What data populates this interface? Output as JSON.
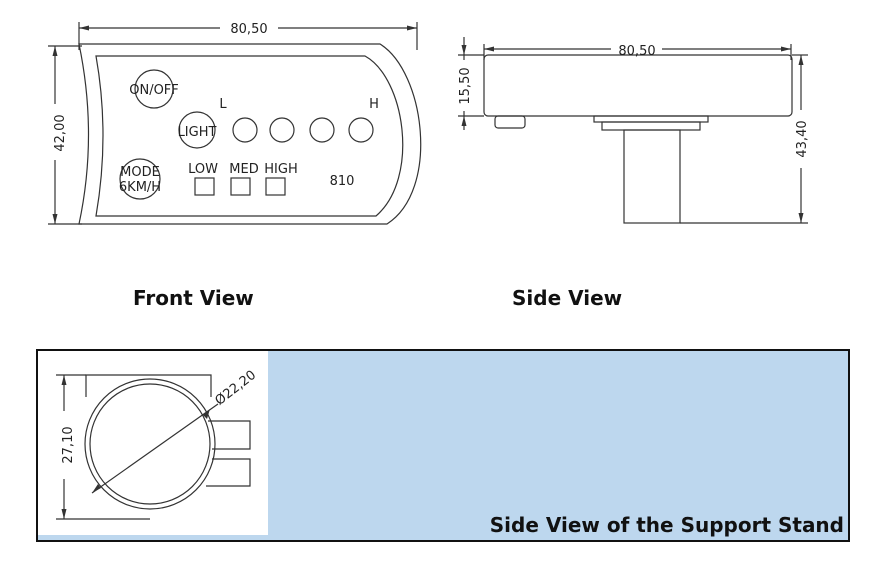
{
  "front_view": {
    "caption": "Front View",
    "dim_width": "80,50",
    "dim_height": "42,00",
    "buttons": {
      "on_off": "ON/OFF",
      "light": "LIGHT",
      "mode_line1": "MODE",
      "mode_line2": "6KM/H"
    },
    "level_low_marker": "L",
    "level_high_marker": "H",
    "speed_labels": [
      "LOW",
      "MED",
      "HIGH"
    ],
    "model": "810"
  },
  "side_view": {
    "caption": "Side View",
    "dim_width": "80,50",
    "dim_body_height": "15,50",
    "dim_total_height": "43,40"
  },
  "support_stand": {
    "caption": "Side View of the Support Stand",
    "dim_height": "27,10",
    "dim_diameter": "Ø22,20"
  },
  "colors": {
    "panel_bg": "#bdd7ee",
    "line": "#333333"
  }
}
